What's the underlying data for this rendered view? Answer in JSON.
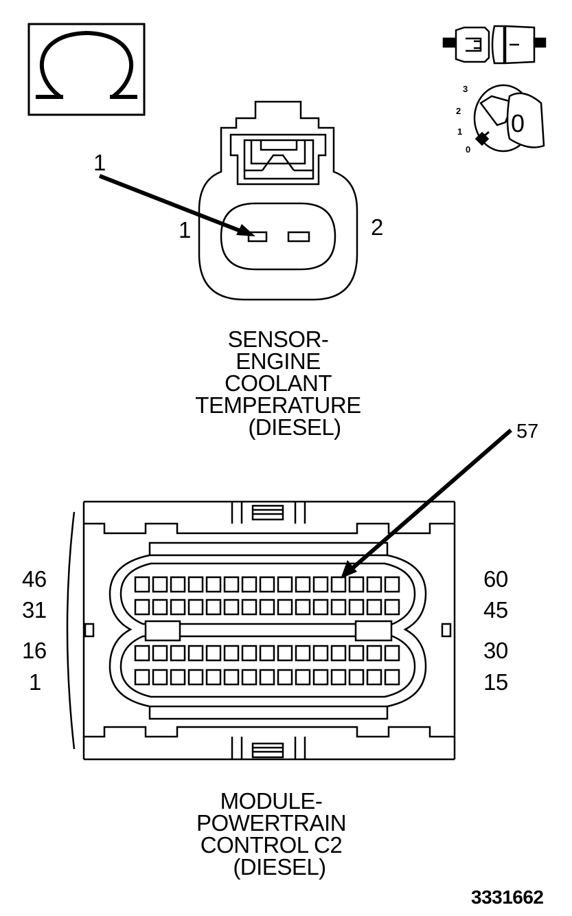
{
  "meter_icon": {
    "symbol": "Ω",
    "name": "ohmmeter-icon"
  },
  "connector_icon": {
    "name": "disconnected-connector-icon"
  },
  "ignition_icon": {
    "name": "ignition-key-icon",
    "positions": [
      "3",
      "2",
      "1",
      "0"
    ],
    "key_label": "0"
  },
  "sensor_connector": {
    "callout": "1",
    "pin_left": "1",
    "pin_right": "2",
    "caption": [
      "SENSOR-",
      "ENGINE",
      "COOLANT",
      "TEMPERATURE",
      "(DIESEL)"
    ]
  },
  "module_connector": {
    "callout": "57",
    "left_labels": [
      "46",
      "31",
      "16",
      "1"
    ],
    "right_labels": [
      "60",
      "45",
      "30",
      "15"
    ],
    "caption": [
      "MODULE-",
      "POWERTRAIN",
      "CONTROL C2",
      "(DIESEL)"
    ]
  },
  "figure_id": "3331662",
  "colors": {
    "line": "#000000",
    "background": "#ffffff"
  }
}
